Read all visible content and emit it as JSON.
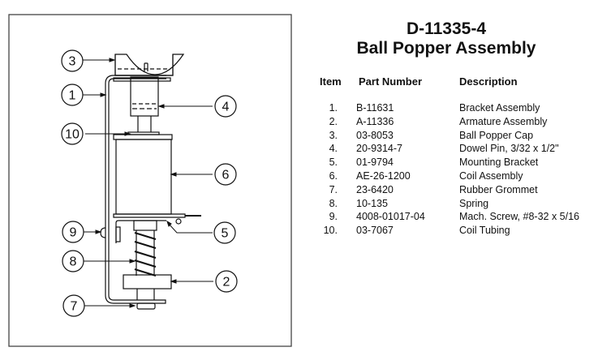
{
  "title": {
    "drawing_number": "D-11335-4",
    "assembly_name": "Ball Popper Assembly"
  },
  "table": {
    "headers": {
      "item": "Item",
      "part_number": "Part Number",
      "description": "Description"
    },
    "rows": [
      {
        "item": "1.",
        "part_number": "B-11631",
        "description": "Bracket Assembly"
      },
      {
        "item": "2.",
        "part_number": "A-11336",
        "description": "Armature Assembly"
      },
      {
        "item": "3.",
        "part_number": "03-8053",
        "description": "Ball Popper Cap"
      },
      {
        "item": "4.",
        "part_number": "20-9314-7",
        "description": "Dowel Pin, 3/32 x 1/2\""
      },
      {
        "item": "5.",
        "part_number": "01-9794",
        "description": "Mounting Bracket"
      },
      {
        "item": "6.",
        "part_number": "AE-26-1200",
        "description": "Coil Assembly"
      },
      {
        "item": "7.",
        "part_number": "23-6420",
        "description": "Rubber Grommet"
      },
      {
        "item": "8.",
        "part_number": "10-135",
        "description": "Spring"
      },
      {
        "item": "9.",
        "part_number": "4008-01017-04",
        "description": "Mach. Screw, #8-32 x 5/16"
      },
      {
        "item": "10.",
        "part_number": "03-7067",
        "description": "Coil Tubing"
      }
    ]
  },
  "callouts": [
    "1",
    "2",
    "3",
    "4",
    "5",
    "6",
    "7",
    "8",
    "9",
    "10"
  ],
  "colors": {
    "ink": "#111111",
    "background": "#ffffff",
    "frame": "#444444"
  }
}
